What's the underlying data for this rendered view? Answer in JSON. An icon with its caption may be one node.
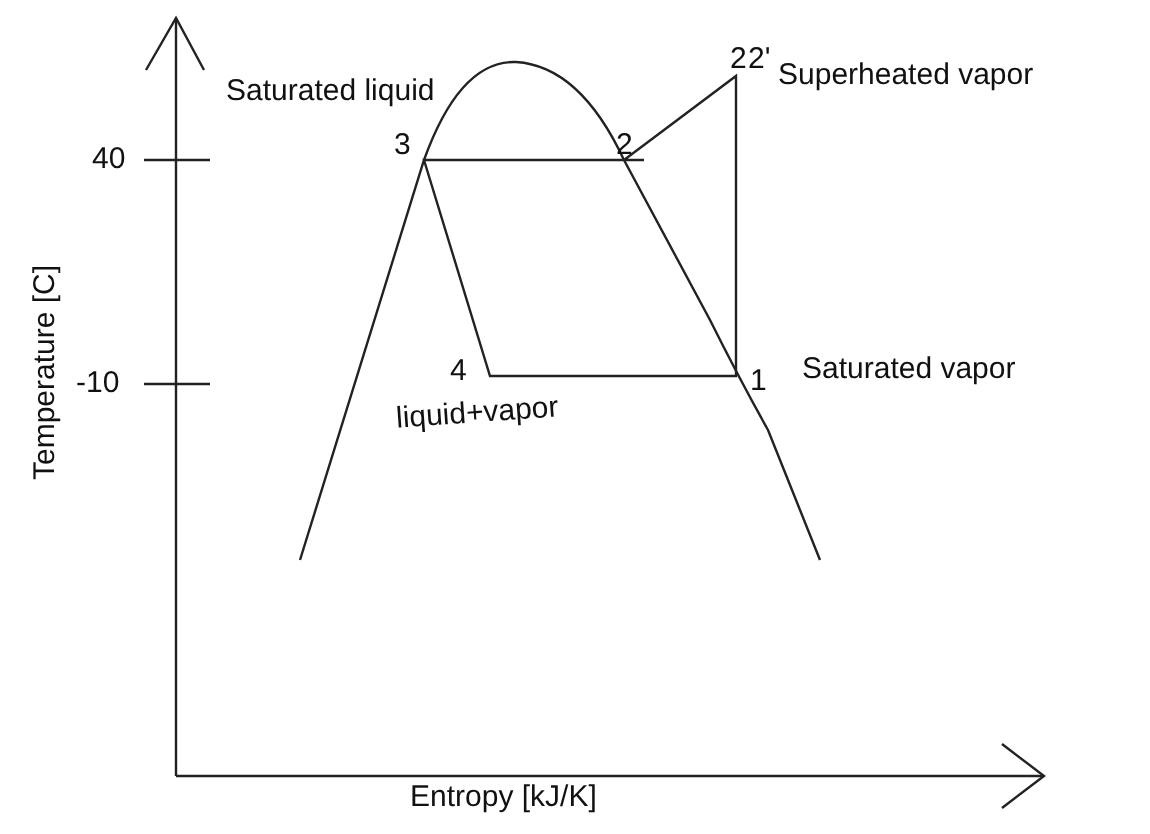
{
  "diagram": {
    "labels": [
      "Saturated liquid",
      "2",
      "2'",
      "Superheated vapor",
      "40",
      "3",
      "2",
      "Temperature  [C]",
      "-10",
      "4",
      "1",
      "Saturated vapor",
      "liquid+vapor",
      "Entropy [kJ/K]"
    ]
  }
}
